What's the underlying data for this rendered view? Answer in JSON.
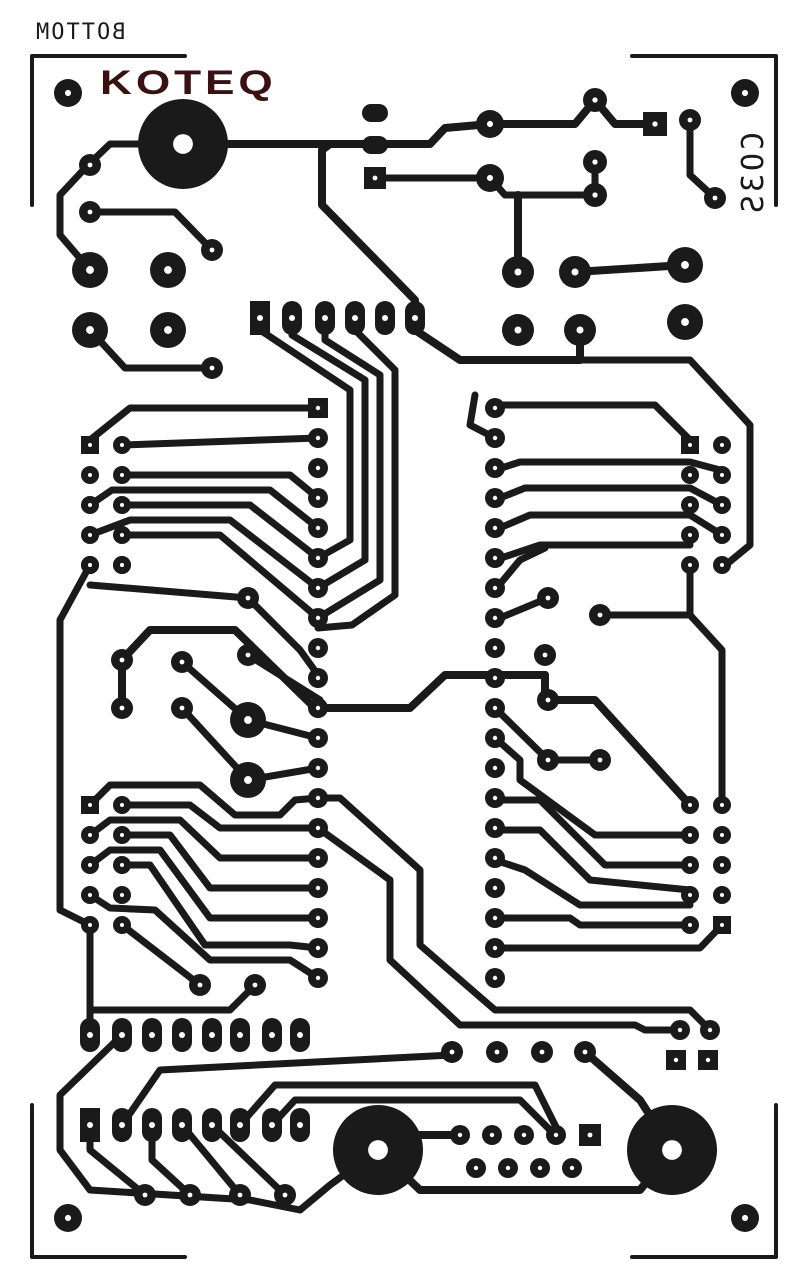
{
  "labels": {
    "side": "BOTTOM",
    "logo": "KOTEQ",
    "code": "CO3S"
  },
  "colors": {
    "copper": "#1a1a1a",
    "logo": "#3a1010",
    "background": "#ffffff"
  }
}
